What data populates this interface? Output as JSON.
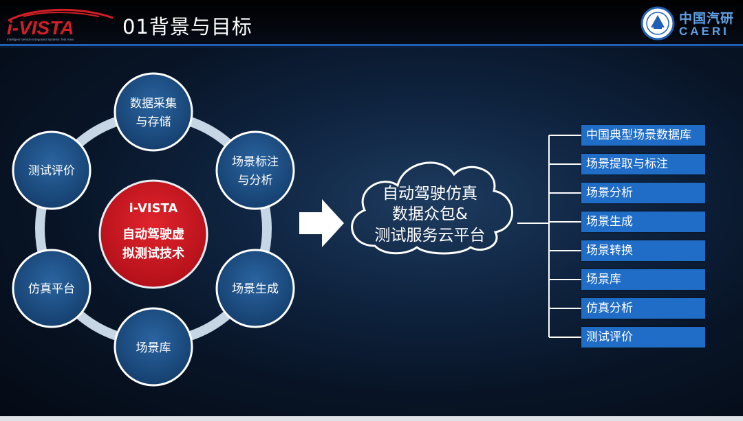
{
  "header": {
    "logo_text": "i-VISTA",
    "logo_subtext": "Intelligent Vehicle Integrated Systems Test Area",
    "title": "01背景与目标",
    "partner_cn": "中国汽研",
    "partner_en": "CAERI"
  },
  "cycle": {
    "center_line1": "i-VISTA",
    "center_line2": "自动驾驶虚",
    "center_line3": "拟测试技术",
    "nodes": [
      {
        "line1": "数据采集",
        "line2": "与存储"
      },
      {
        "line1": "场景标注",
        "line2": "与分析"
      },
      {
        "line1": "场景生成",
        "line2": ""
      },
      {
        "line1": "场景库",
        "line2": ""
      },
      {
        "line1": "仿真平台",
        "line2": ""
      },
      {
        "line1": "测试评价",
        "line2": ""
      }
    ]
  },
  "cloud": {
    "line1": "自动驾驶仿真",
    "line2": "数据众包&",
    "line3": "测试服务云平台"
  },
  "services": [
    "中国典型场景数据库",
    "场景提取与标注",
    "场景分析",
    "场景生成",
    "场景转换",
    "场景库",
    "仿真分析",
    "测试评价"
  ],
  "colors": {
    "node_fill": "#1a4f86",
    "center_fill": "#c8141e",
    "ring": "#c7d6e4",
    "list_fill": "#1f6dc7",
    "accent_rule": "#1f5fb4"
  }
}
